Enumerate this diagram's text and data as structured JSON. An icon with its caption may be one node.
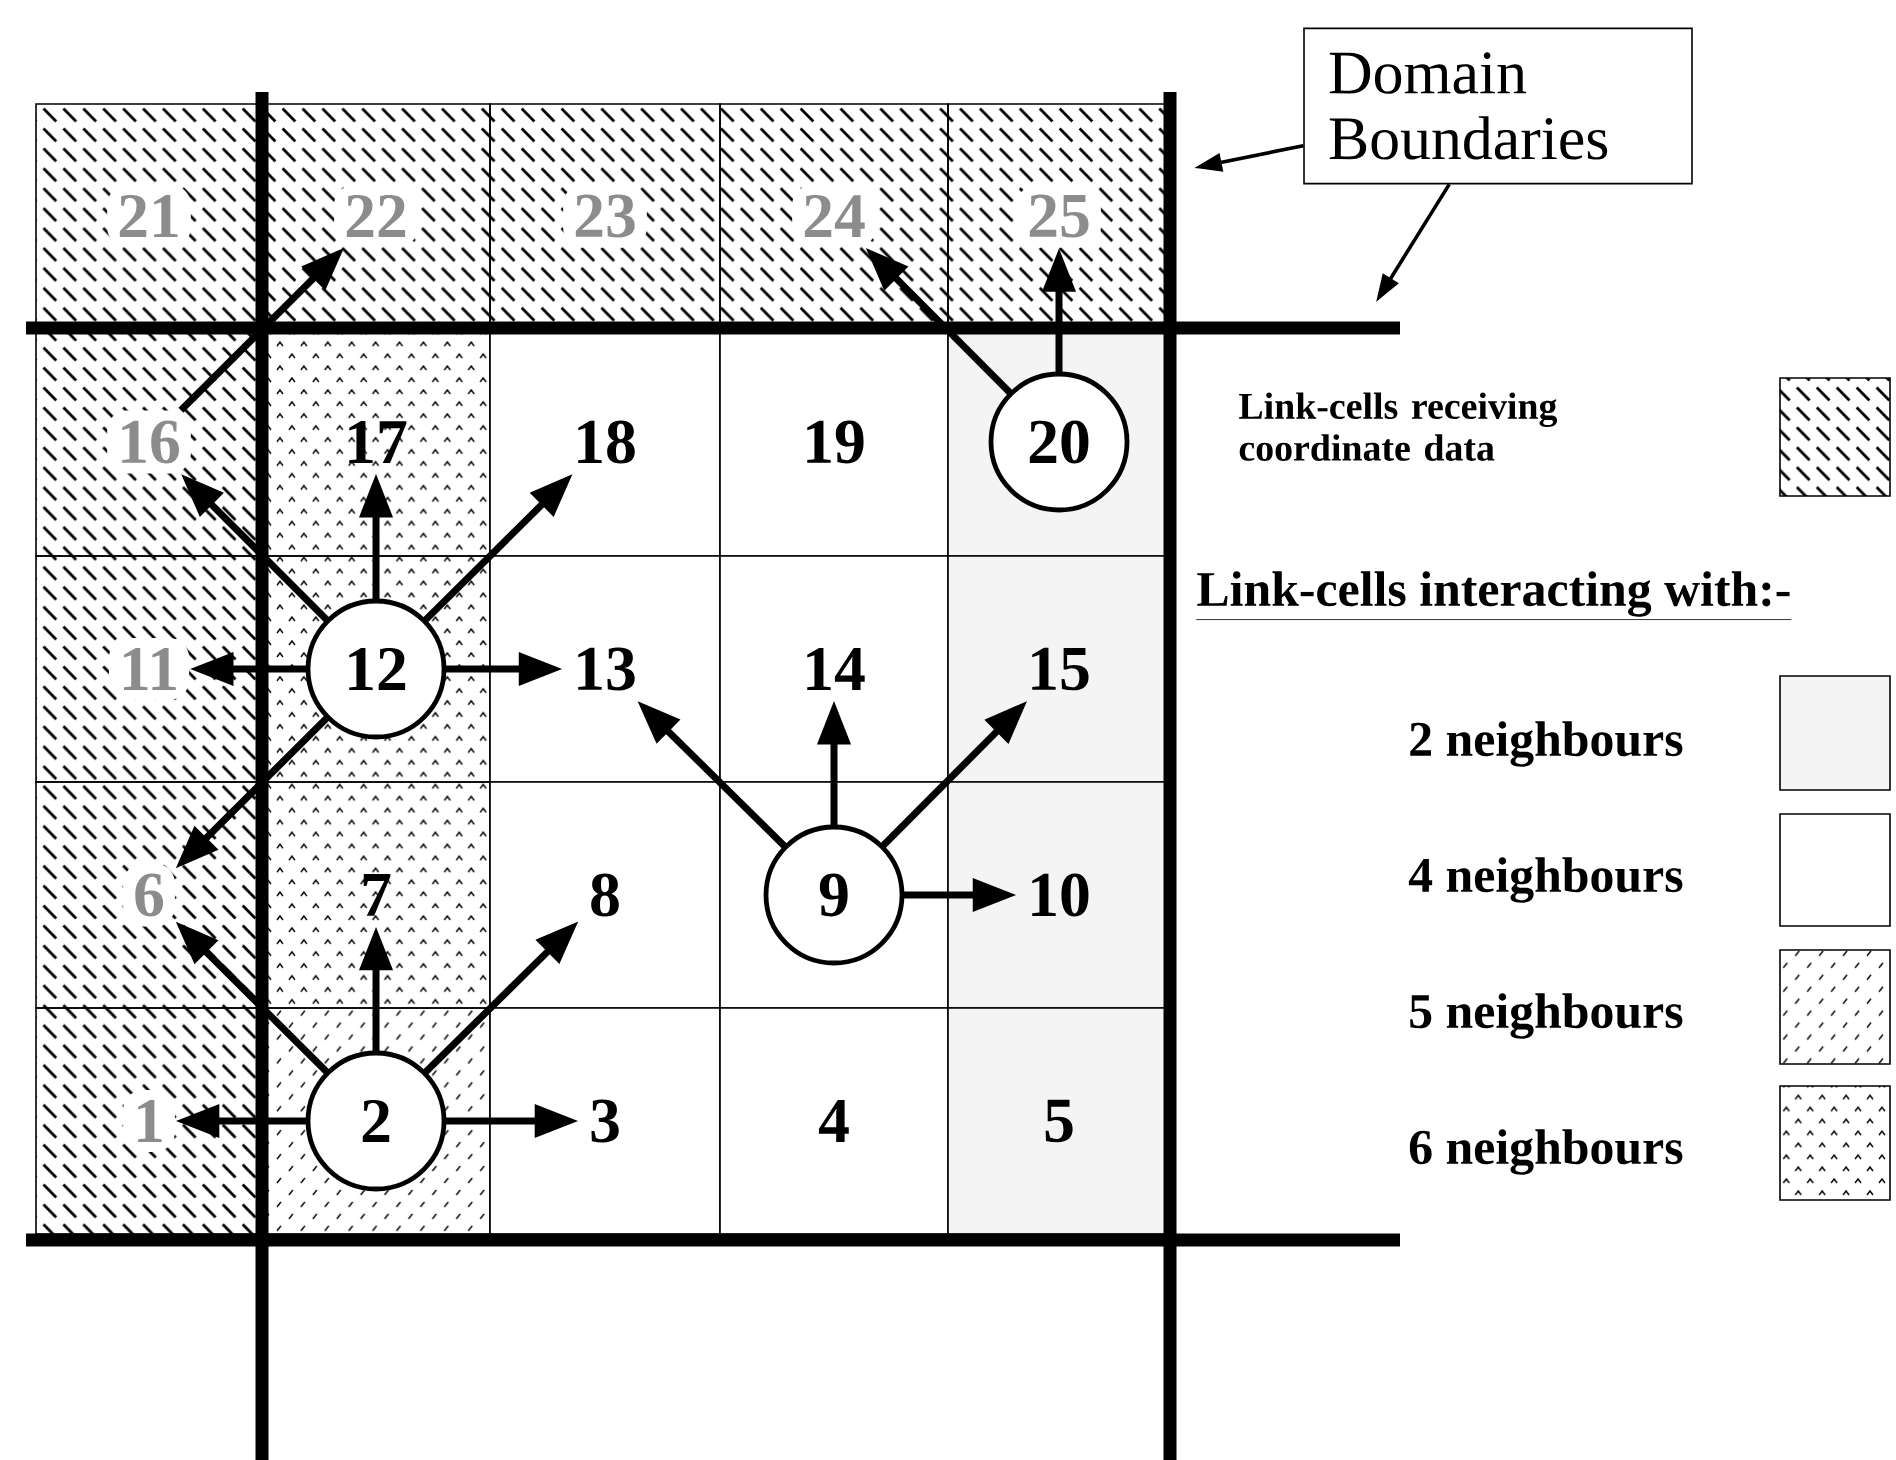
{
  "diagram": {
    "nodes": [
      {
        "text": [
          "21"
        ]
      },
      {
        "text": [
          "22"
        ]
      },
      {
        "text": [
          "23"
        ]
      },
      {
        "text": [
          "24"
        ]
      },
      {
        "text": [
          "25"
        ]
      },
      {
        "text": [
          "16"
        ]
      },
      {
        "text": [
          "17"
        ]
      },
      {
        "text": [
          "18"
        ]
      },
      {
        "text": [
          "19"
        ]
      },
      {
        "text": [
          "20"
        ]
      },
      {
        "text": [
          "11"
        ]
      },
      {
        "text": [
          "12"
        ]
      },
      {
        "text": [
          "13"
        ]
      },
      {
        "text": [
          "14"
        ]
      },
      {
        "text": [
          "15"
        ]
      },
      {
        "text": [
          "6"
        ]
      },
      {
        "text": [
          "7"
        ]
      },
      {
        "text": [
          "8"
        ]
      },
      {
        "text": [
          "9"
        ]
      },
      {
        "text": [
          "10"
        ]
      },
      {
        "text": [
          "1"
        ]
      },
      {
        "text": [
          "2"
        ]
      },
      {
        "text": [
          "3"
        ]
      },
      {
        "text": [
          "4"
        ]
      },
      {
        "text": [
          "5"
        ]
      },
      {
        "text": [
          "Domain Boundaries"
        ]
      }
    ],
    "edges": [
      {
        "from": 21,
        "to": 20,
        "arrow": "to"
      },
      {
        "from": 21,
        "to": 15,
        "arrow": "to"
      },
      {
        "from": 21,
        "to": 16,
        "arrow": "to"
      },
      {
        "from": 21,
        "to": 17,
        "arrow": "to"
      },
      {
        "from": 21,
        "to": 22,
        "arrow": "to"
      },
      {
        "from": 11,
        "to": 10,
        "arrow": "to"
      },
      {
        "from": 11,
        "to": 5,
        "arrow": "to"
      },
      {
        "from": 11,
        "to": 6,
        "arrow": "to"
      },
      {
        "from": 11,
        "to": 7,
        "arrow": "to"
      },
      {
        "from": 11,
        "to": 12,
        "arrow": "to"
      },
      {
        "from": 11,
        "to": 15,
        "arrow": "to"
      },
      {
        "from": 18,
        "to": 12,
        "arrow": "to"
      },
      {
        "from": 18,
        "to": 13,
        "arrow": "to"
      },
      {
        "from": 18,
        "to": 14,
        "arrow": "to"
      },
      {
        "from": 18,
        "to": 19,
        "arrow": "to"
      },
      {
        "from": 9,
        "to": 3,
        "arrow": "to"
      },
      {
        "from": 9,
        "to": 4,
        "arrow": "to"
      },
      {
        "from": 5,
        "to": 1,
        "arrow": "to"
      },
      {
        "from": 25,
        "to": null,
        "arrow": "to"
      },
      {
        "from": 25,
        "to": null,
        "arrow": "to"
      }
    ],
    "labels": [
      "Link-cells interacting with:-"
    ],
    "legend": [
      {
        "text": "Link-cells receiving coordinate data"
      },
      {
        "text": "2 neighbours",
        "color": "#f4f4f4"
      },
      {
        "text": "4 neighbours"
      },
      {
        "text": "5 neighbours"
      },
      {
        "text": "6 neighbours"
      }
    ]
  }
}
